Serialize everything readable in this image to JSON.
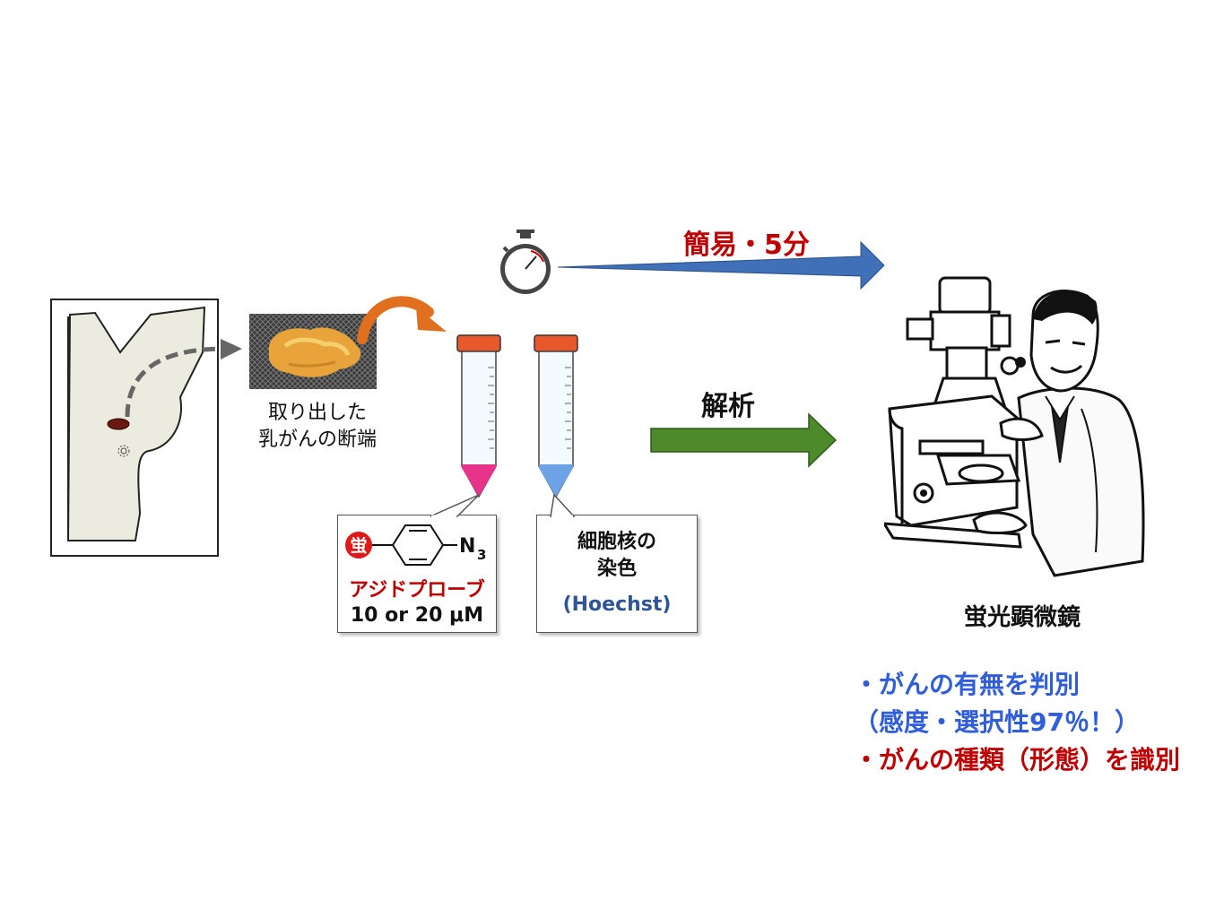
{
  "tumor_caption": {
    "line1": "取り出した",
    "line2": "乳がんの断端"
  },
  "speed_label": "簡易・5分",
  "analysis_label": "解析",
  "probe": {
    "fluor_badge": "蛍",
    "azide_group": "N",
    "azide_subscript": "3",
    "name": "アジドプローブ",
    "concentration": "10 or 20 μM"
  },
  "stain": {
    "title_line1": "細胞核の",
    "title_line2": "染色",
    "reagent": "(Hoechst)"
  },
  "microscope_label": "蛍光顕微鏡",
  "results": [
    "・がんの有無を判別",
    "（感度・選択性97％！）",
    "・がんの種類（形態）を識別"
  ],
  "colors": {
    "probe_tube_fill": "#e8338a",
    "stain_tube_fill": "#6ea2e6",
    "cap": "#e8582a",
    "speed_arrow": "#3f70b8",
    "analysis_arrow": "#4e8a2c",
    "curved_arrow": "#e07020",
    "red_text": "#c00000",
    "blue_text": "#2f5ddb",
    "tumor": "#e8a43a"
  }
}
